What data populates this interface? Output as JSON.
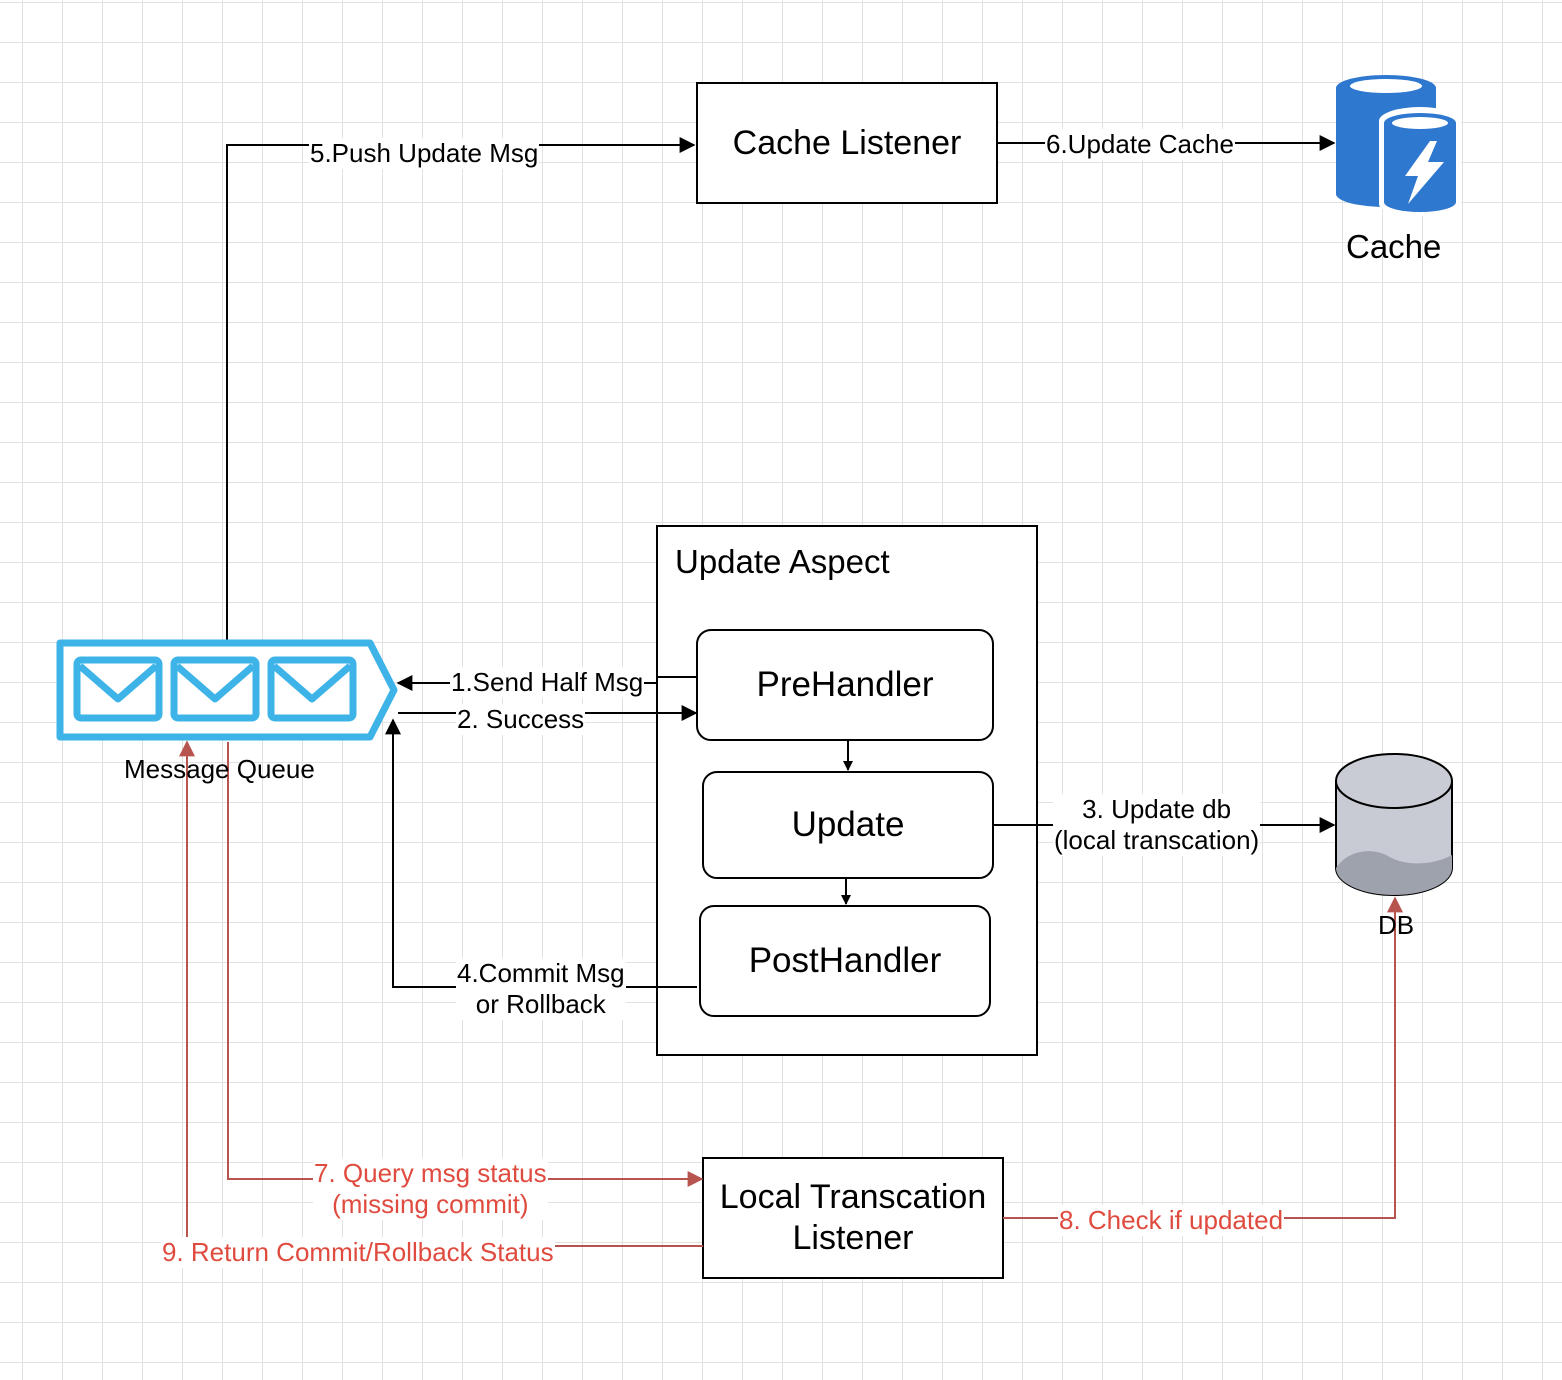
{
  "nodes": {
    "cache_listener": "Cache Listener",
    "cache": "Cache",
    "update_aspect": "Update Aspect",
    "pre_handler": "PreHandler",
    "update": "Update",
    "post_handler": "PostHandler",
    "db": "DB",
    "message_queue": "Message Queue",
    "local_tx_listener_line1": "Local Transcation",
    "local_tx_listener_line2": "Listener"
  },
  "edges": {
    "e1": "1.Send Half Msg",
    "e2": "2. Success",
    "e3_line1": "3. Update db",
    "e3_line2": "(local transcation)",
    "e4_line1": "4.Commit Msg",
    "e4_line2": "or Rollback",
    "e5": "5.Push Update Msg",
    "e6": "6.Update Cache",
    "e7_line1": "7. Query msg status",
    "e7_line2": "(missing commit)",
    "e8": "8. Check if updated",
    "e9": "9. Return Commit/Rollback Status"
  },
  "colors": {
    "black_line": "#000000",
    "red_line": "#b85450",
    "red_text": "#e04b3f",
    "queue_blue": "#3db3e8",
    "cache_blue": "#2e78d0",
    "db_gray": "#b8bcc8"
  },
  "icons": {
    "message_queue": "envelope-queue-icon",
    "cache": "cache-database-icon",
    "db": "database-cylinder-icon"
  }
}
